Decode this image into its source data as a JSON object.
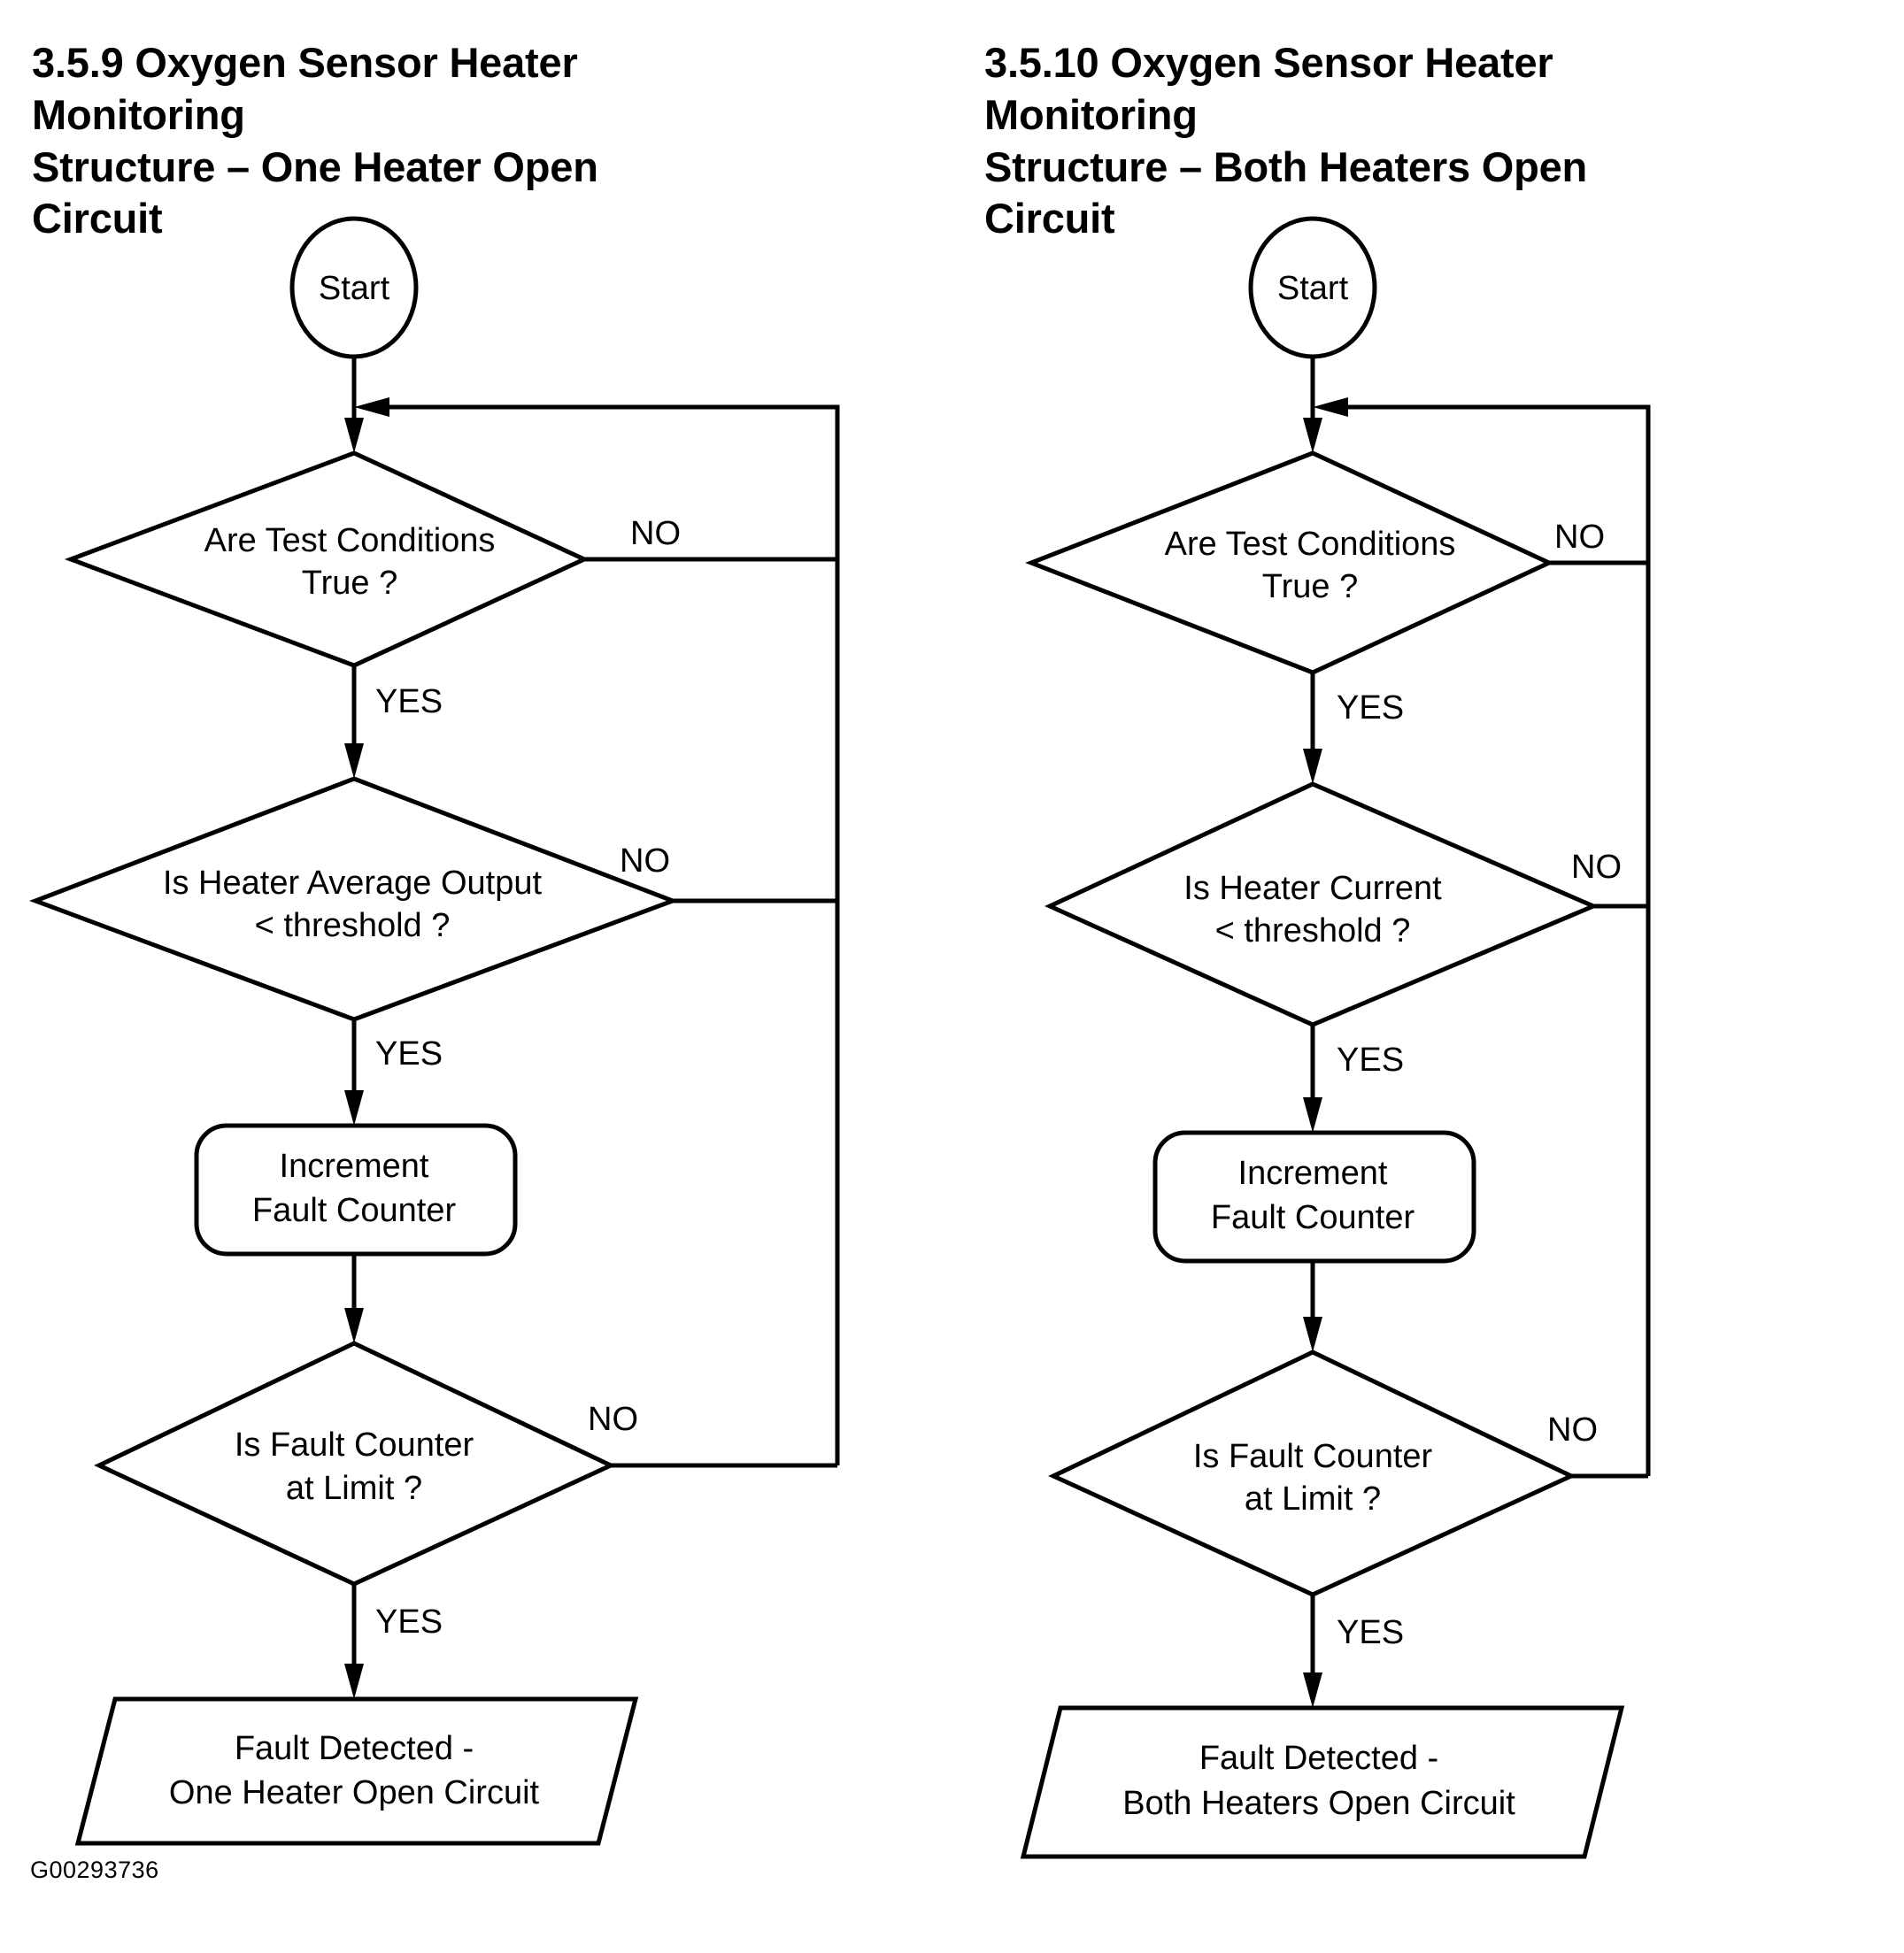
{
  "document": {
    "figure_id": "G00293736",
    "background_color": "#ffffff",
    "line_color": "#000000"
  },
  "charts": [
    {
      "id": "left",
      "title": "3.5.9   Oxygen Sensor Heater Monitoring\nStructure – One Heater Open Circuit",
      "section_number": "3.5.9",
      "title_line1": "3.5.9   Oxygen Sensor Heater Monitoring",
      "title_line2": "Structure – One Heater Open Circuit",
      "nodes": {
        "start": {
          "shape": "circle",
          "label": "Start"
        },
        "decision1": {
          "shape": "diamond",
          "line1": "Are Test Conditions",
          "line2": "True ?"
        },
        "decision2": {
          "shape": "diamond",
          "line1": "Is Heater Average Output",
          "line2": "< threshold ?"
        },
        "process1": {
          "shape": "rounded-rect",
          "line1": "Increment",
          "line2": "Fault Counter"
        },
        "decision3": {
          "shape": "diamond",
          "line1": "Is Fault Counter",
          "line2": "at Limit ?"
        },
        "terminal": {
          "shape": "parallelogram",
          "line1": "Fault Detected -",
          "line2": "One Heater Open Circuit"
        }
      },
      "edge_labels": {
        "d1_no": "NO",
        "d1_yes": "YES",
        "d2_no": "NO",
        "d2_yes": "YES",
        "d3_no": "NO",
        "d3_yes": "YES"
      }
    },
    {
      "id": "right",
      "title": "3.5.10 Oxygen Sensor Heater Monitoring\nStructure – Both Heaters Open Circuit",
      "section_number": "3.5.10",
      "title_line1": "3.5.10 Oxygen Sensor Heater Monitoring",
      "title_line2": "Structure – Both Heaters Open Circuit",
      "nodes": {
        "start": {
          "shape": "circle",
          "label": "Start"
        },
        "decision1": {
          "shape": "diamond",
          "line1": "Are Test Conditions",
          "line2": "True ?"
        },
        "decision2": {
          "shape": "diamond",
          "line1": "Is Heater Current",
          "line2": "< threshold ?"
        },
        "process1": {
          "shape": "rounded-rect",
          "line1": "Increment",
          "line2": "Fault Counter"
        },
        "decision3": {
          "shape": "diamond",
          "line1": "Is Fault Counter",
          "line2": "at Limit ?"
        },
        "terminal": {
          "shape": "parallelogram",
          "line1": "Fault Detected -",
          "line2": "Both Heaters Open Circuit"
        }
      },
      "edge_labels": {
        "d1_no": "NO",
        "d1_yes": "YES",
        "d2_no": "NO",
        "d2_yes": "YES",
        "d3_no": "NO",
        "d3_yes": "YES"
      }
    }
  ]
}
